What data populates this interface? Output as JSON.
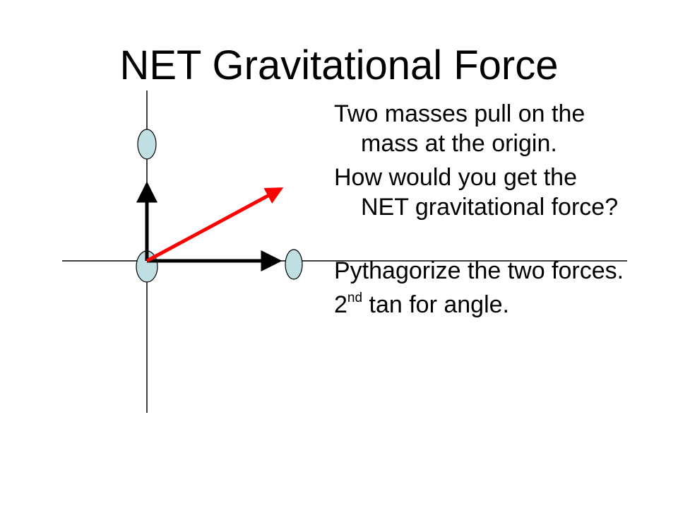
{
  "title": "NET Gravitational Force",
  "text": {
    "p1": "Two masses pull on the mass at the origin.",
    "p2": "How would you get the NET gravitational force?",
    "p3": "Pythagorize the two forces.",
    "p4_prefix": "2",
    "p4_sup": "nd",
    "p4_suffix": " tan for angle."
  },
  "diagram": {
    "mass_fill": "#bfdfe3",
    "arrow_color": "#000000",
    "net_force_color": "#ff0000",
    "axis_color": "#000000"
  }
}
